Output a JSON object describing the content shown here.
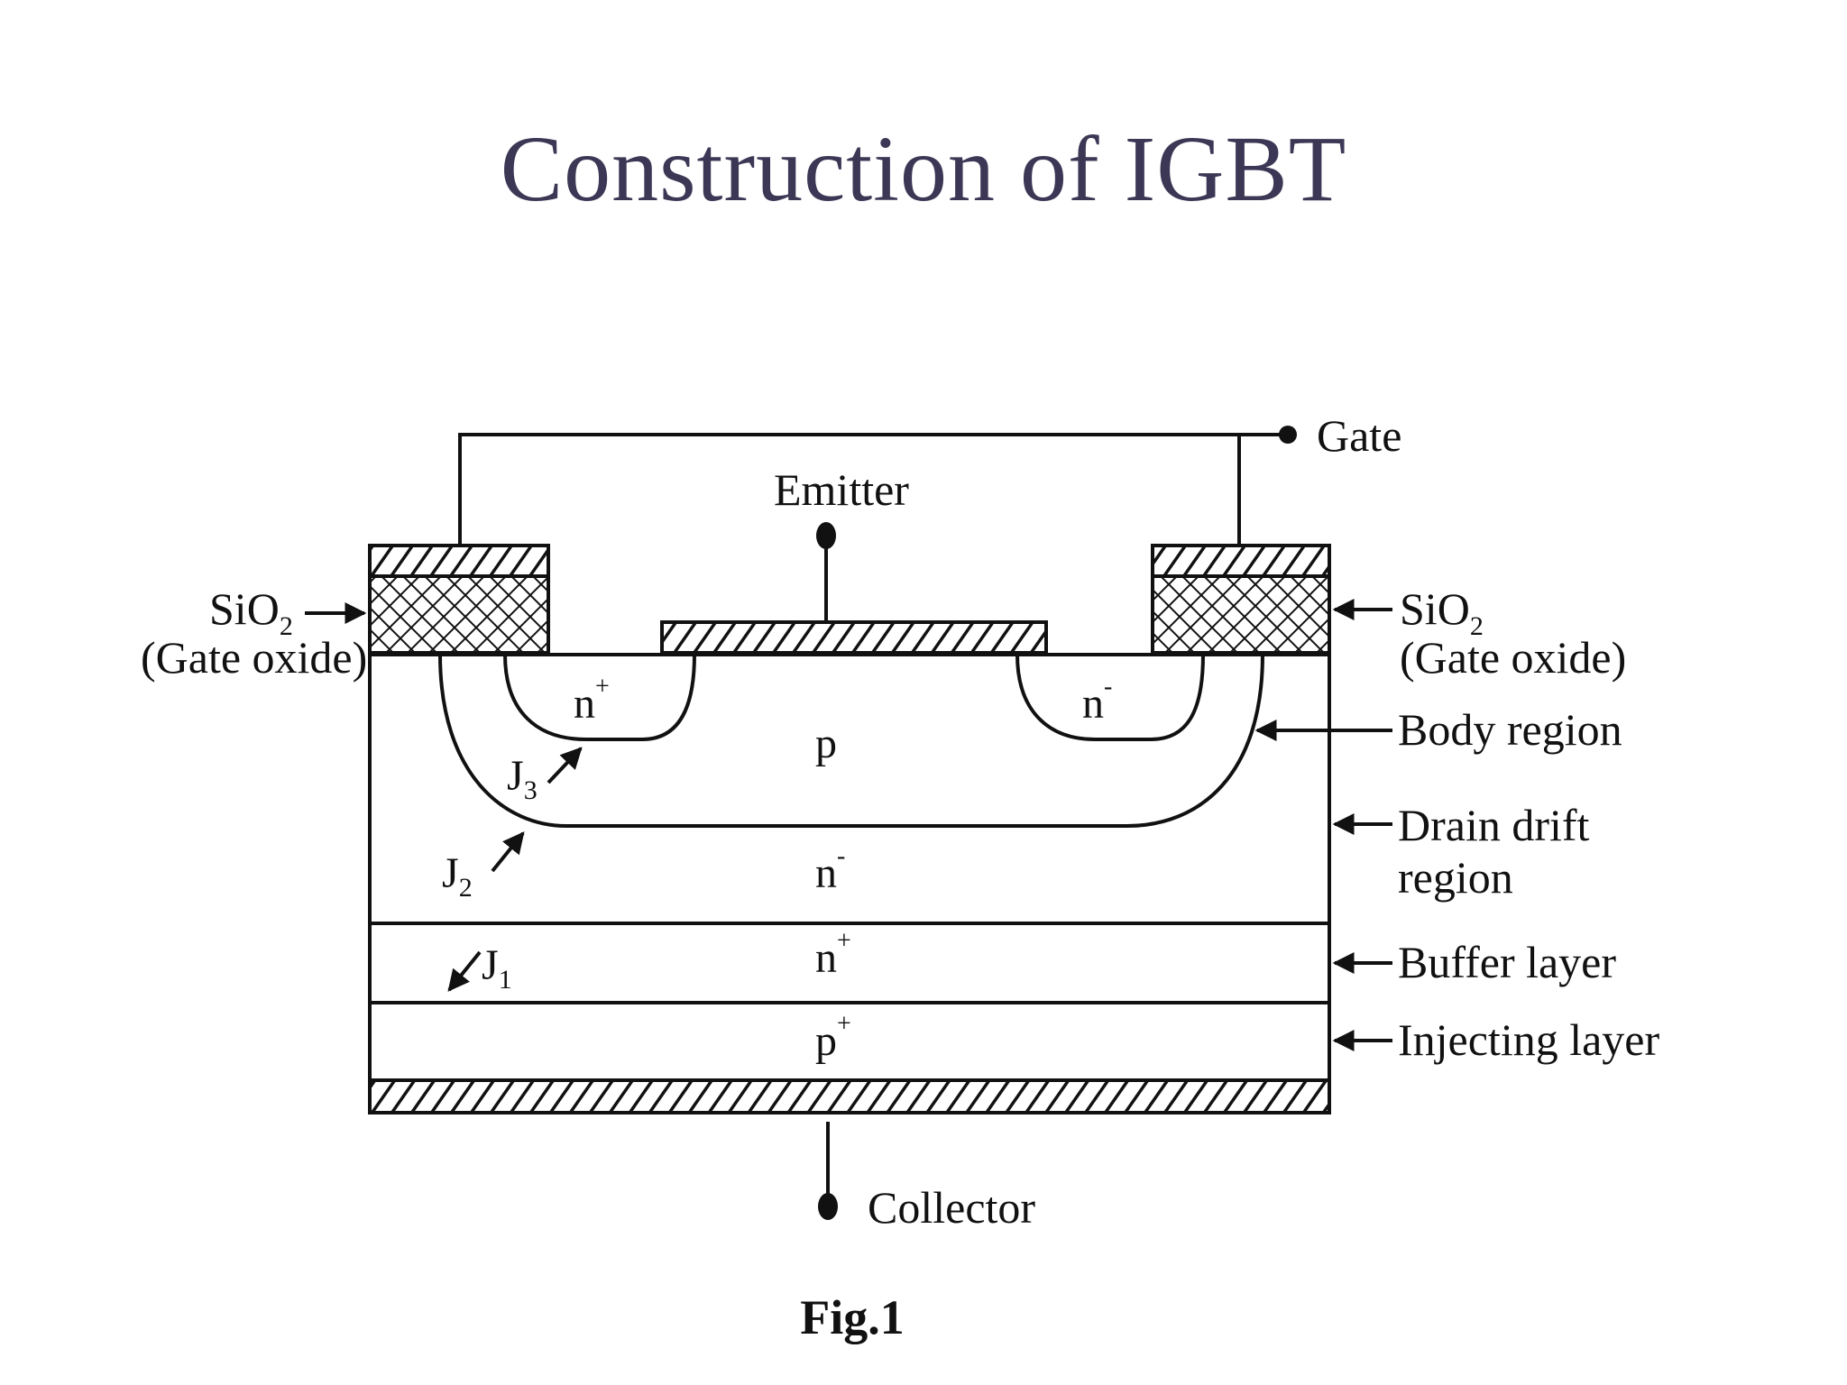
{
  "title": "Construction of  IGBT",
  "caption": "Fig.1",
  "terminals": {
    "gate": "Gate",
    "emitter": "Emitter",
    "collector": "Collector"
  },
  "oxide_left": {
    "formula": "SiO",
    "sub": "2",
    "desc": "(Gate oxide)"
  },
  "oxide_right": {
    "formula": "SiO",
    "sub": "2",
    "desc": "(Gate oxide)"
  },
  "regions": {
    "n_plus_left": {
      "base": "n",
      "sup": "+"
    },
    "n_right": {
      "base": "n",
      "sup": "-"
    },
    "p_body": {
      "base": "p"
    },
    "n_drift": {
      "base": "n",
      "sup": "-"
    },
    "n_buffer": {
      "base": "n",
      "sup": "+"
    },
    "p_injecting": {
      "base": "p",
      "sup": "+"
    }
  },
  "junctions": {
    "j1": {
      "base": "J",
      "sub": "1"
    },
    "j2": {
      "base": "J",
      "sub": "2"
    },
    "j3": {
      "base": "J",
      "sub": "3"
    }
  },
  "callouts": {
    "body_region": "Body region",
    "drain_drift_1": "Drain drift",
    "drain_drift_2": "region",
    "buffer_layer": "Buffer layer",
    "injecting_layer": "Injecting layer"
  }
}
